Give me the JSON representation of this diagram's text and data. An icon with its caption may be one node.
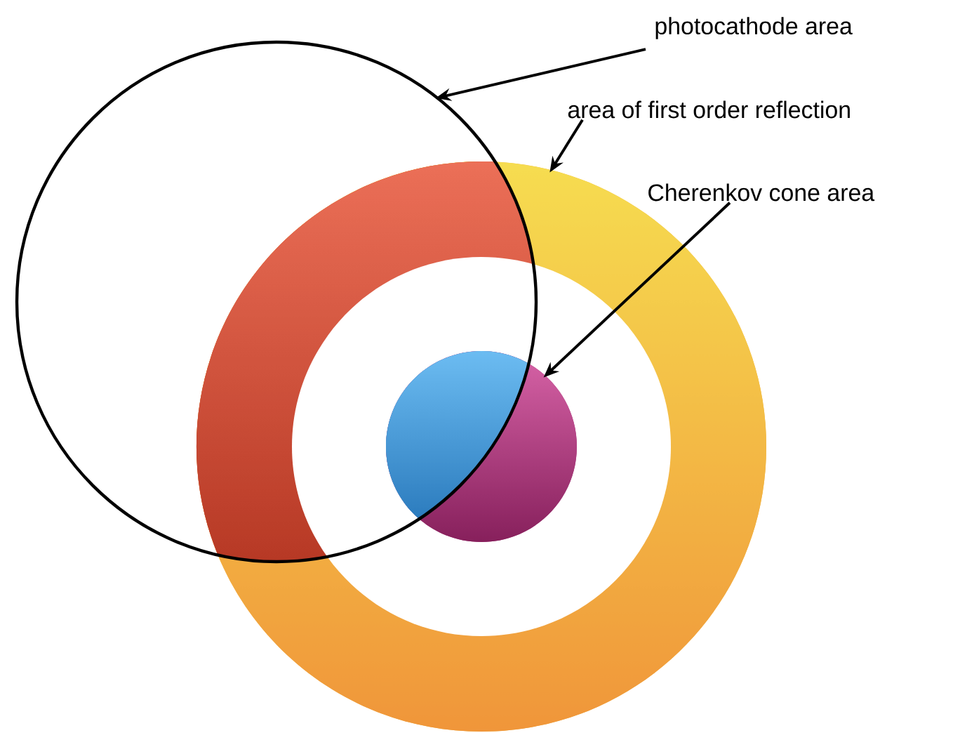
{
  "diagram": {
    "nodes": [
      {
        "text": [
          "photocathode area"
        ]
      },
      {
        "text": [
          "area of first order reflection"
        ]
      },
      {
        "text": [
          "Cherenkov cone area"
        ]
      },
      {
        "text": [],
        "shape": "circle"
      },
      {
        "text": [],
        "shape": "circle"
      },
      {
        "text": [],
        "shape": "circle",
        "in": 4
      }
    ],
    "edges": [
      {
        "from": 0,
        "to": 3,
        "arrow": "to"
      },
      {
        "from": 1,
        "to": 4,
        "arrow": "to"
      },
      {
        "from": 2,
        "to": 5,
        "arrow": "to"
      }
    ]
  }
}
